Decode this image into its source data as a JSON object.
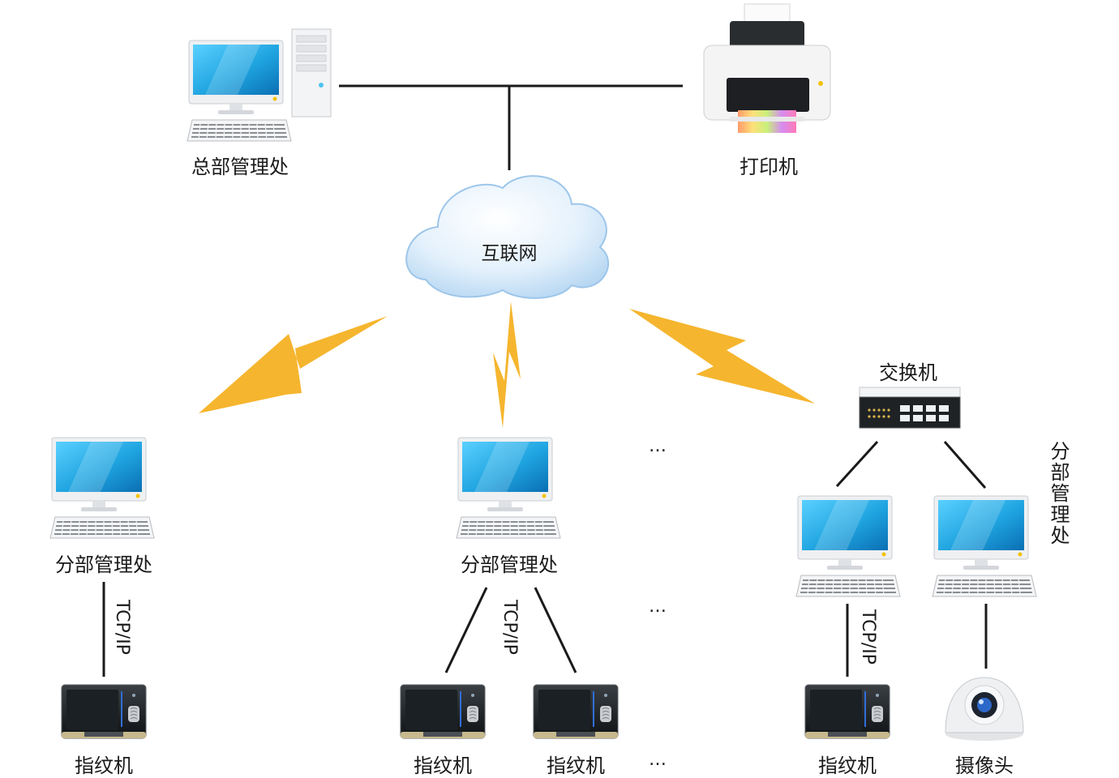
{
  "labels": {
    "hq": "总部管理处",
    "printer": "打印机",
    "internet": "互联网",
    "switch": "交换机",
    "branch_left": "分部管理处",
    "branch_mid": "分部管理处",
    "branch_right": "分部管理处",
    "fp1": "指纹机",
    "fp2": "指纹机",
    "fp3": "指纹机",
    "fp4": "指纹机",
    "camera": "摄像头",
    "tcp1": "TCP/IP",
    "tcp2": "TCP/IP",
    "tcp3": "TCP/IP",
    "ellipsis1": "…",
    "ellipsis2": "…",
    "ellipsis3": "…"
  },
  "colors": {
    "lightning": "#f5b52e",
    "line": "#1a1a1a",
    "screen": "#2ab0e8",
    "cloud": "#cfe6f8"
  }
}
